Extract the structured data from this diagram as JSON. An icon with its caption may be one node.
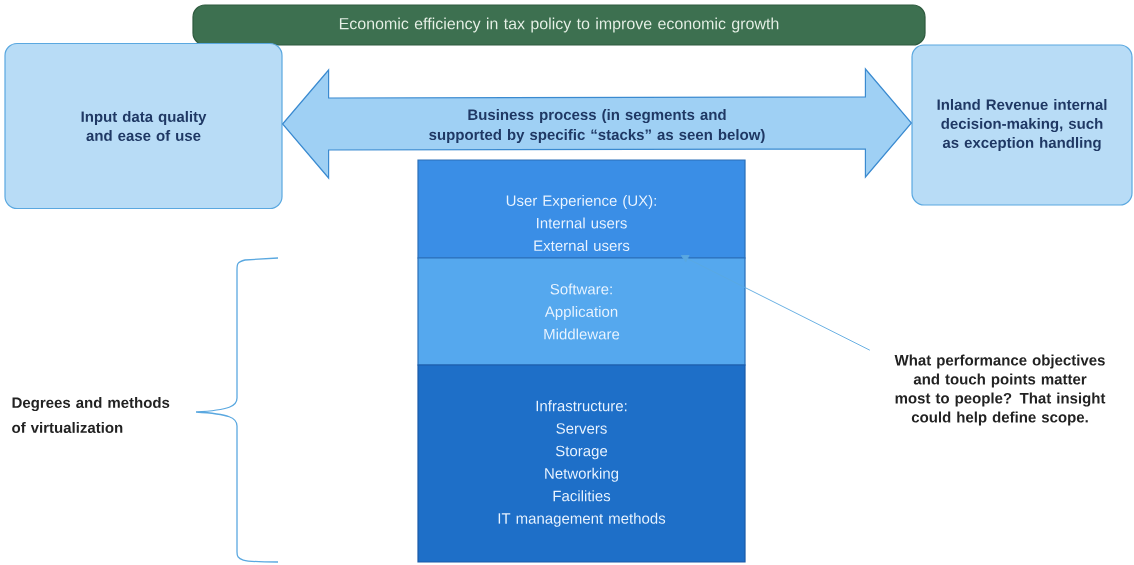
{
  "diagram": {
    "nodes": [
      {
        "text": [
          "Economic efficiency in tax policy to improve economic growth"
        ]
      },
      {
        "text": [
          "Input data quality and ease of use"
        ]
      },
      {
        "text": [
          "Inland Revenue internal decision-making, such as exception handling"
        ]
      },
      {
        "text": [
          "User Experience (UX):",
          "Internal users",
          "External users"
        ]
      },
      {
        "text": [
          "Software:",
          "Application",
          "Middleware"
        ]
      },
      {
        "text": [
          "Infrastructure:",
          "Servers",
          "Storage",
          "Networking",
          "Facilities",
          "IT management methods"
        ]
      },
      {
        "text": [
          "What performance objectives and touch points matter most to people? That insight could help define scope."
        ]
      }
    ],
    "edges": [
      {
        "from": 1,
        "to": 2,
        "arrow": "both",
        "label": "Business process (in segments and supported by specific “stacks” as seen below)",
        "style": "thick"
      },
      {
        "from": 6,
        "to": 3,
        "arrow": "to",
        "color": "#5aa8e0"
      }
    ],
    "labels": [
      "Degrees and methods of virtualization"
    ]
  }
}
